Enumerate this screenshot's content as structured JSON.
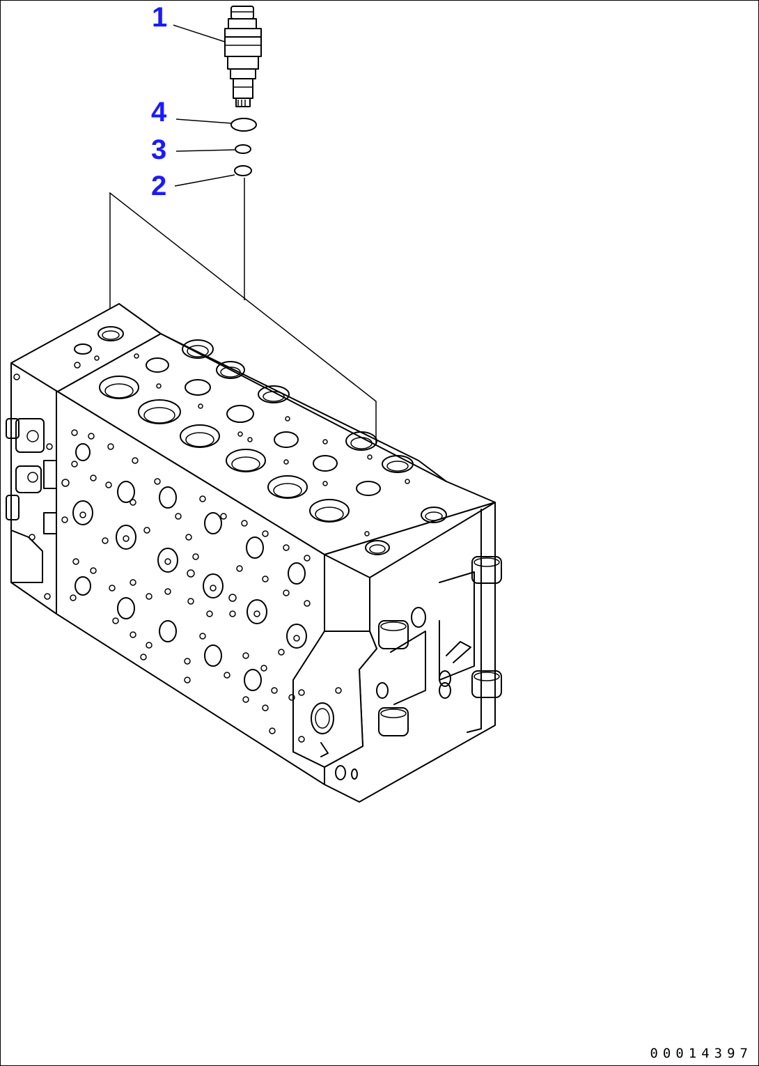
{
  "callouts": [
    {
      "id": "1",
      "label": "1",
      "part": "relief-valve"
    },
    {
      "id": "2",
      "label": "2",
      "part": "o-ring"
    },
    {
      "id": "3",
      "label": "3",
      "part": "backup-ring"
    },
    {
      "id": "4",
      "label": "4",
      "part": "o-ring"
    }
  ],
  "drawing_number": "00014397",
  "colors": {
    "callout_text": "#1a1aff",
    "line": "#000000",
    "background": "#ffffff"
  }
}
